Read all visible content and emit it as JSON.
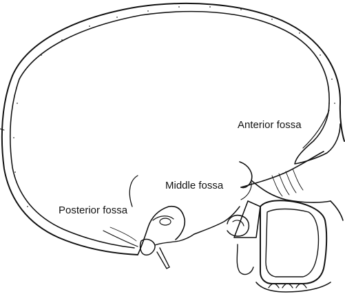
{
  "diagram": {
    "labels": {
      "anterior": "Anterior fossa",
      "middle": "Middle fossa",
      "posterior": "Posterior fossa"
    },
    "colors": {
      "ink": "#111111",
      "background": "#ffffff"
    }
  }
}
